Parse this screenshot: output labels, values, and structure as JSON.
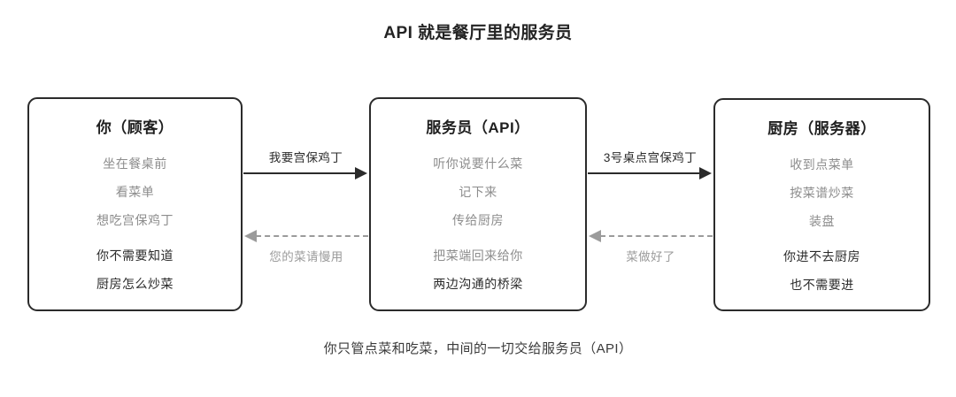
{
  "diagram": {
    "title": "API 就是餐厅里的服务员",
    "caption": "你只管点菜和吃菜，中间的一切交给服务员（API）",
    "colors": {
      "border": "#2b2b2b",
      "text_dark": "#2b2b2b",
      "text_muted": "#8d8d8d",
      "dashed_arrow": "#9b9b9b",
      "background": "#ffffff"
    },
    "nodes": [
      {
        "id": "customer",
        "heading": "你（顾客）",
        "lines": [
          {
            "text": "坐在餐桌前",
            "emphasis": "muted"
          },
          {
            "text": "看菜单",
            "emphasis": "muted"
          },
          {
            "text": "想吃宫保鸡丁",
            "emphasis": "muted"
          },
          {
            "text": "你不需要知道",
            "emphasis": "strong"
          },
          {
            "text": "厨房怎么炒菜",
            "emphasis": "strong"
          }
        ]
      },
      {
        "id": "waiter",
        "heading": "服务员（API）",
        "lines": [
          {
            "text": "听你说要什么菜",
            "emphasis": "muted"
          },
          {
            "text": "记下来",
            "emphasis": "muted"
          },
          {
            "text": "传给厨房",
            "emphasis": "muted"
          },
          {
            "text": "把菜端回来给你",
            "emphasis": "muted"
          },
          {
            "text": "两边沟通的桥梁",
            "emphasis": "strong"
          }
        ]
      },
      {
        "id": "kitchen",
        "heading": "厨房（服务器）",
        "lines": [
          {
            "text": "收到点菜单",
            "emphasis": "muted"
          },
          {
            "text": "按菜谱炒菜",
            "emphasis": "muted"
          },
          {
            "text": "装盘",
            "emphasis": "muted"
          },
          {
            "text": "你进不去厨房",
            "emphasis": "strong"
          },
          {
            "text": "也不需要进",
            "emphasis": "strong"
          }
        ]
      }
    ],
    "edges": [
      {
        "id": "request-customer-to-waiter",
        "label": "我要宫保鸡丁",
        "style": "solid",
        "direction": "right",
        "from": "customer",
        "to": "waiter"
      },
      {
        "id": "request-waiter-to-kitchen",
        "label": "3号桌点宫保鸡丁",
        "style": "solid",
        "direction": "right",
        "from": "waiter",
        "to": "kitchen"
      },
      {
        "id": "response-waiter-to-customer",
        "label": "您的菜请慢用",
        "style": "dashed",
        "direction": "left",
        "from": "waiter",
        "to": "customer"
      },
      {
        "id": "response-kitchen-to-waiter",
        "label": "菜做好了",
        "style": "dashed",
        "direction": "left",
        "from": "kitchen",
        "to": "waiter"
      }
    ]
  }
}
